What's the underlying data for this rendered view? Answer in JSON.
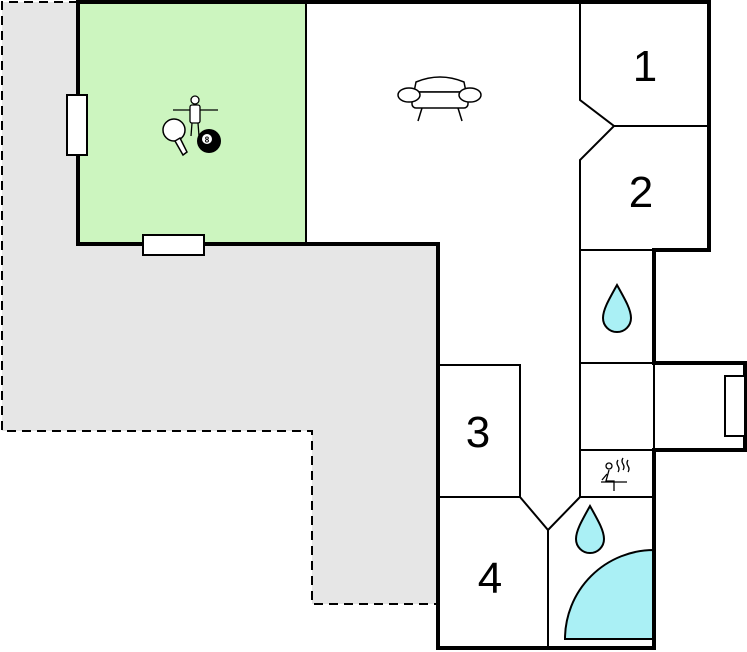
{
  "floorplan": {
    "colors": {
      "background": "#ffffff",
      "terrace": "#e6e6e6",
      "game_room": "#ccf5bf",
      "hot_tub": "#aaf0f5",
      "wall": "#000000",
      "window_fill": "#ffffff"
    },
    "rooms": {
      "bedroom_1": "1",
      "bedroom_2": "2",
      "bedroom_3": "3",
      "bedroom_4": "4"
    },
    "pool_ball_number": "8",
    "icons": [
      "sofa-icon",
      "table-tennis-icon",
      "table-football-icon",
      "billiard-ball-icon",
      "water-drop-icon",
      "sauna-icon",
      "whirlpool-icon",
      "window-icon"
    ]
  }
}
